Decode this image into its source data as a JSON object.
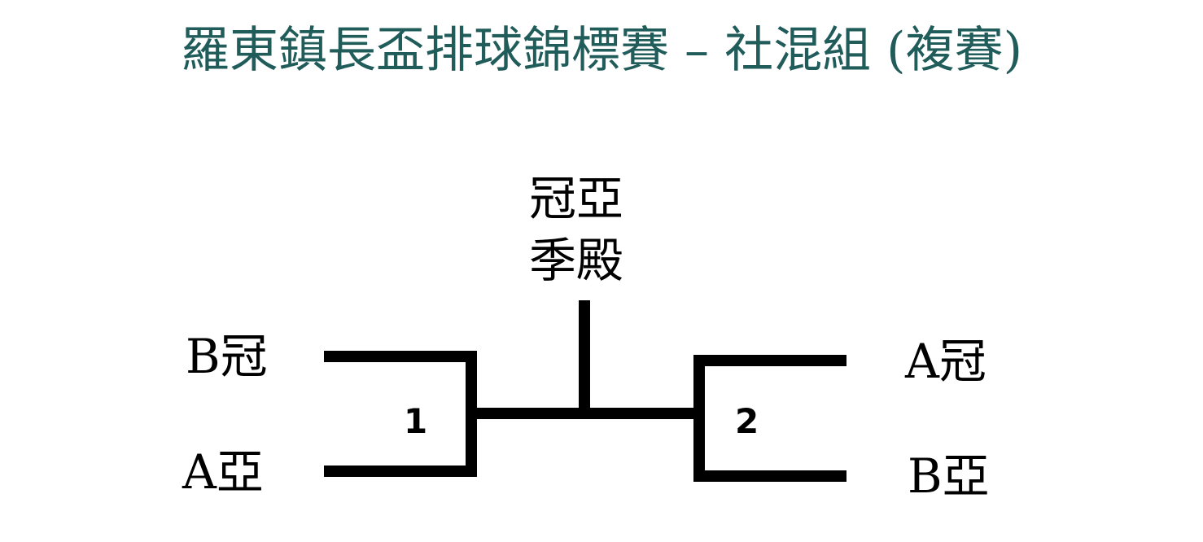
{
  "title": "羅東鎮長盃排球錦標賽 – 社混組 (複賽)",
  "colors": {
    "title": "#1f5c5a",
    "line": "#000000"
  },
  "final": {
    "line1": "冠亞",
    "line2": "季殿"
  },
  "match1": {
    "number": "1",
    "top_team": "B冠",
    "bottom_team": "A亞"
  },
  "match2": {
    "number": "2",
    "top_team": "A冠",
    "bottom_team": "B亞"
  }
}
